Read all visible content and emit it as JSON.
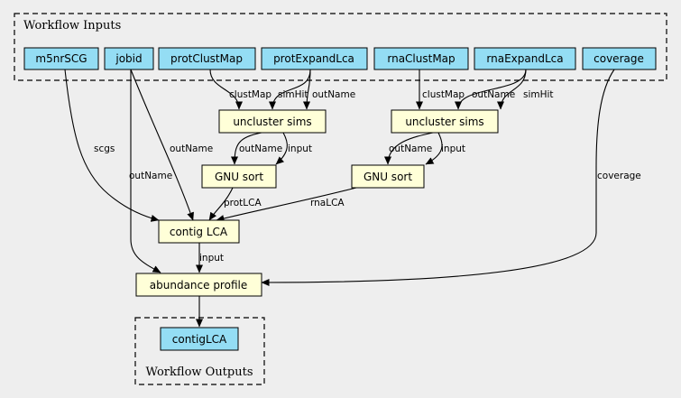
{
  "colors": {
    "background": "#eeeeee",
    "io_node_fill": "#94ddf4",
    "step_node_fill": "#ffffd8"
  },
  "clusters": {
    "inputs_label": "Workflow Inputs",
    "outputs_label": "Workflow Outputs"
  },
  "inputs": {
    "m5nrSCG": "m5nrSCG",
    "jobid": "jobid",
    "protClustMap": "protClustMap",
    "protExpandLca": "protExpandLca",
    "rnaClustMap": "rnaClustMap",
    "rnaExpandLca": "rnaExpandLca",
    "coverage": "coverage"
  },
  "steps": {
    "uncluster_prot": "uncluster sims",
    "uncluster_rna": "uncluster sims",
    "sort_prot": "GNU sort",
    "sort_rna": "GNU sort",
    "contig_lca": "contig LCA",
    "abundance": "abundance profile"
  },
  "outputs": {
    "contigLCA": "contigLCA"
  },
  "edge_labels": {
    "protClustMap_clustMap": "clustMap",
    "protExpandLca_simHit": "simHit",
    "protExpandLca_outName": "outName",
    "rnaClustMap_clustMap": "clustMap",
    "rnaExpandLca_outName": "outName",
    "rnaExpandLca_simHit": "simHit",
    "m5nrSCG_scgs": "scgs",
    "jobid_outName_lca": "outName",
    "jobid_outName_abund": "outName",
    "uncluster_prot_outName": "outName",
    "uncluster_prot_input": "input",
    "uncluster_rna_outName": "outName",
    "uncluster_rna_input": "input",
    "sort_prot_protLCA": "protLCA",
    "sort_rna_rnaLCA": "rnaLCA",
    "contig_lca_input": "input",
    "coverage_coverage": "coverage"
  }
}
